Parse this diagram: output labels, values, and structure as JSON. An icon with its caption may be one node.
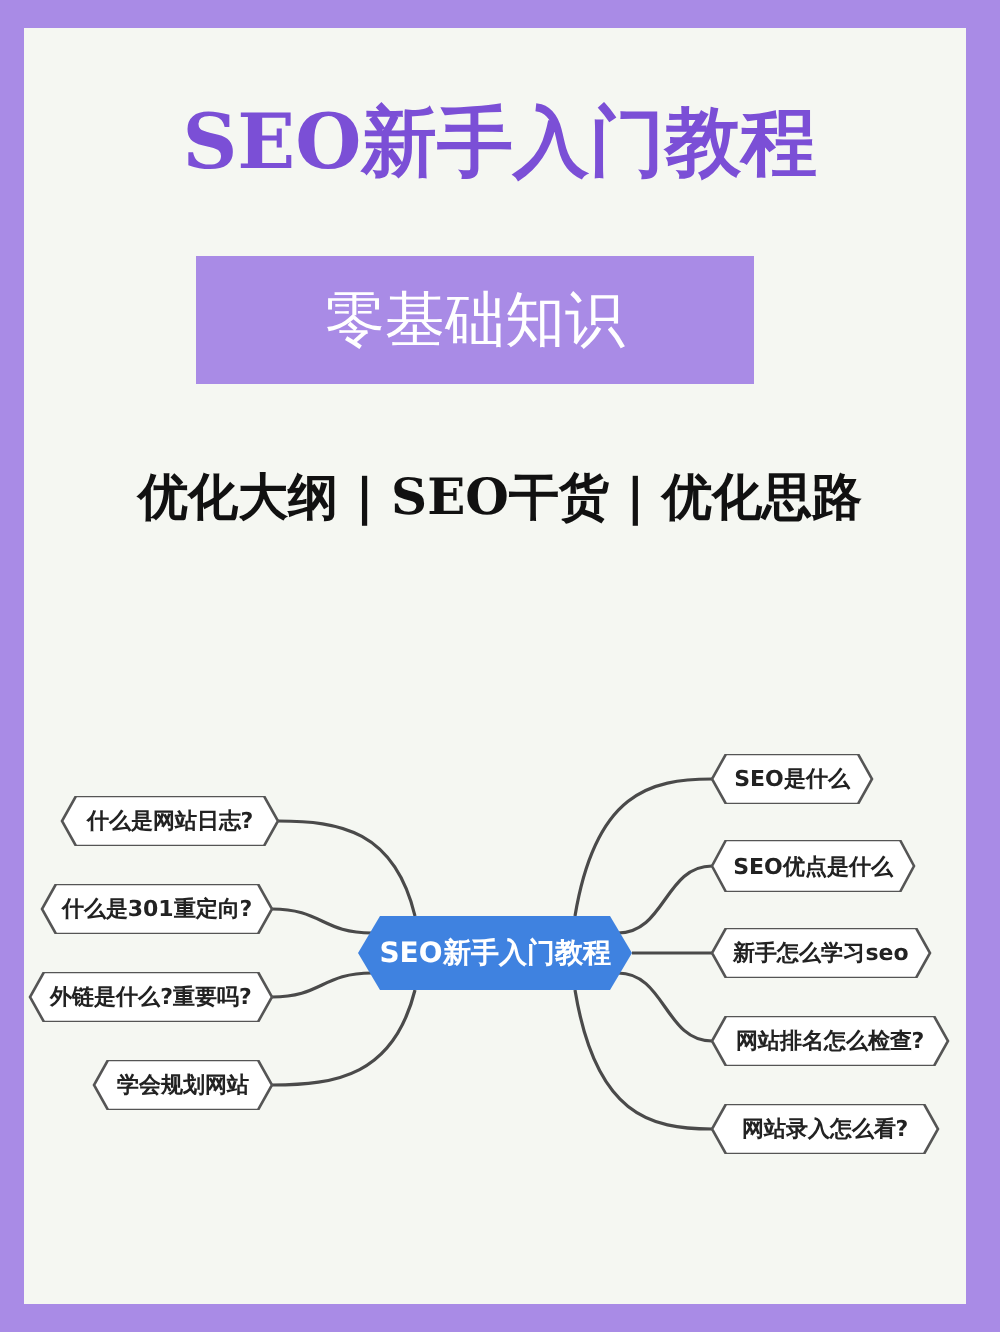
{
  "diagram": {
    "title": "SEO新手入门教程",
    "nodes": [
      {
        "text": [
          "零基础知识"
        ]
      },
      {
        "text": [
          "SEO新手入门教程"
        ]
      },
      {
        "text": [
          "什么是网站日志?"
        ]
      },
      {
        "text": [
          "什么是301重定向?"
        ]
      },
      {
        "text": [
          "外链是什么?重要吗?"
        ]
      },
      {
        "text": [
          "学会规划网站"
        ]
      },
      {
        "text": [
          "SEO是什么"
        ]
      },
      {
        "text": [
          "SEO优点是什么"
        ]
      },
      {
        "text": [
          "新手怎么学习seo"
        ]
      },
      {
        "text": [
          "网站排名怎么检查?"
        ]
      },
      {
        "text": [
          "网站录入怎么看?"
        ]
      }
    ],
    "edges": [
      {
        "from": 1,
        "to": 2,
        "arrow": "none"
      },
      {
        "from": 1,
        "to": 3,
        "arrow": "none"
      },
      {
        "from": 1,
        "to": 4,
        "arrow": "none"
      },
      {
        "from": 1,
        "to": 5,
        "arrow": "none"
      },
      {
        "from": 1,
        "to": 6,
        "arrow": "none"
      },
      {
        "from": 1,
        "to": 7,
        "arrow": "none"
      },
      {
        "from": 1,
        "to": 8,
        "arrow": "none"
      },
      {
        "from": 1,
        "to": 9,
        "arrow": "none"
      },
      {
        "from": 1,
        "to": 10,
        "arrow": "none"
      }
    ],
    "labels": [
      "优化大纲 | SEO干货 | 优化思路"
    ]
  }
}
